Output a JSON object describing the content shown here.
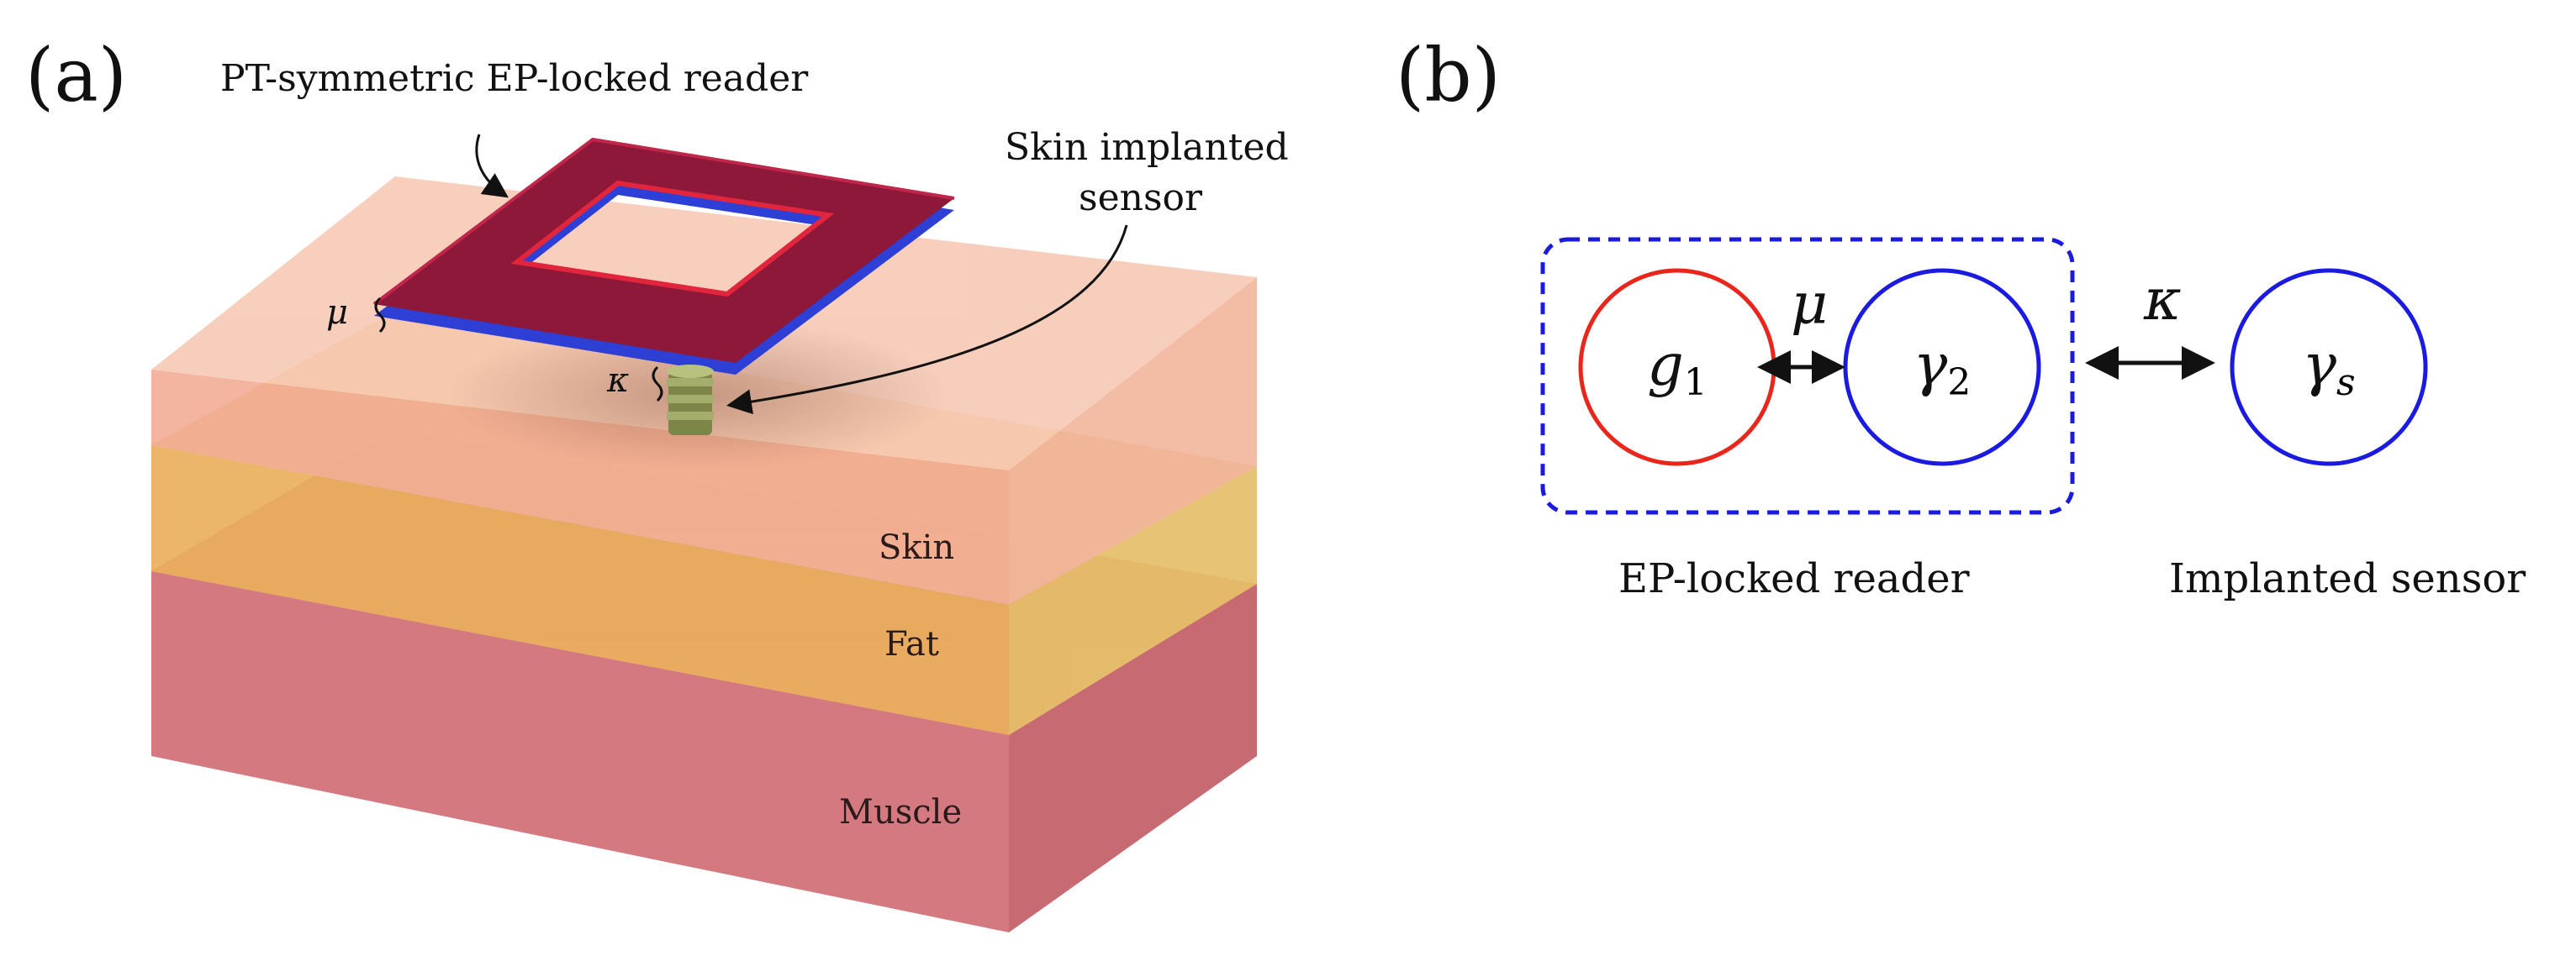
{
  "panel_a": {
    "label": "(a)",
    "reader_caption": "PT-symmetric EP-locked reader",
    "sensor_caption_line1": "Skin implanted",
    "sensor_caption_line2": "sensor",
    "mu_symbol": "μ",
    "kappa_symbol": "κ",
    "layers": {
      "skin": "Skin",
      "fat": "Fat",
      "muscle": "Muscle"
    },
    "colors": {
      "skin": "#f3b49b",
      "fat": "#eeb35e",
      "muscle": "#d4797f",
      "coil_top": "#8e1839",
      "coil_bottom": "#2d3fd4",
      "sensor": "#8d9756"
    }
  },
  "panel_b": {
    "label": "(b)",
    "node_g1": {
      "base": "g",
      "sub": "1"
    },
    "node_gamma2": {
      "base": "γ",
      "sub": "2"
    },
    "node_gammas": {
      "base": "γ",
      "sub": "s"
    },
    "mu_symbol": "μ",
    "kappa_symbol": "κ",
    "reader_caption": "EP-locked reader",
    "sensor_caption": "Implanted sensor",
    "colors": {
      "gain": "#e8261c",
      "loss": "#1a1ae0",
      "frame": "#1a1ae0"
    }
  }
}
